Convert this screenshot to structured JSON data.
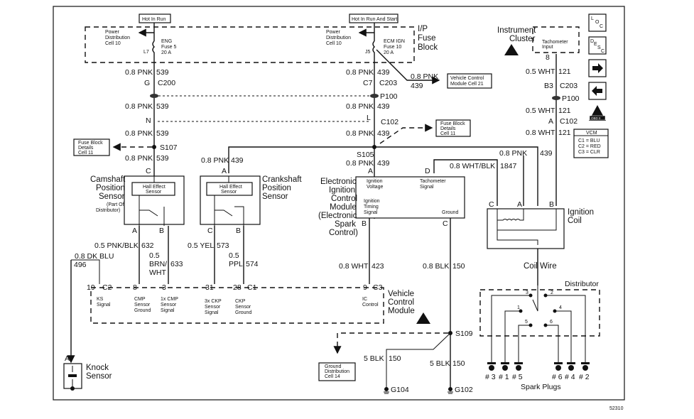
{
  "diagram": {
    "figure_number": "52310",
    "power_sources": {
      "hot_in_run": "Hot In Run",
      "hot_in_run_and_start": "Hot In Run And Start"
    },
    "fuse_block": {
      "label_line1": "I/P",
      "label_line2": "Fuse",
      "label_line3": "Block",
      "left_power_dist": [
        "Power",
        "Distribution",
        "Cell 10"
      ],
      "left_fuse": {
        "terminal": "L7",
        "name": "ENG",
        "fuse": "Fuse 5",
        "rating": "20 A"
      },
      "right_power_dist": [
        "Power",
        "Distribution",
        "Cell 10"
      ],
      "right_fuse": {
        "terminal": "J5",
        "name": "ECM IGN",
        "fuse": "Fuse 10",
        "rating": "20 A"
      }
    },
    "refs": {
      "vcm_cell21": [
        "Vehicle Control",
        "Module Cell 21"
      ],
      "fuse_details_left": [
        "Fuse Block",
        "Details",
        "Cell 11"
      ],
      "fuse_details_right": [
        "Fuse Block",
        "Details",
        "Cell 11"
      ],
      "ground_dist": [
        "Ground",
        "Distribution",
        "Cell 14"
      ]
    },
    "wires": {
      "w539_a": {
        "color": "0.8 PNK",
        "circuit": "539"
      },
      "w539_b": {
        "color": "0.8 PNK",
        "circuit": "539"
      },
      "w539_c": {
        "color": "0.8 PNK",
        "circuit": "539"
      },
      "w539_d": {
        "color": "0.8 PNK",
        "circuit": "539"
      },
      "w439_a": {
        "color": "0.8 PNK",
        "circuit": "439"
      },
      "w439_b": {
        "color": "0.8 PNK",
        "circuit": "439"
      },
      "w439_c": {
        "color": "0.8 PNK",
        "circuit": "439"
      },
      "w439_d": {
        "color": "0.8 PNK",
        "circuit": "439"
      },
      "w439_vcm": {
        "color": "0.8 PNK",
        "circuit": "439"
      },
      "w439_ckp": {
        "color": "0.8 PNK",
        "circuit": "439"
      },
      "w439_coil": {
        "color": "0.8 PNK",
        "circuit": "439"
      },
      "w1847": {
        "color": "0.8 WHT/BLK",
        "circuit": "1847"
      },
      "w121_a": {
        "color": "0.5 WHT",
        "circuit": "121"
      },
      "w121_b": {
        "color": "0.5 WHT",
        "circuit": "121"
      },
      "w121_c": {
        "color": "0.8 WHT",
        "circuit": "121"
      },
      "w632": {
        "color": "0.5 PNK/BLK",
        "circuit": "632"
      },
      "w633": {
        "color_line1": "0.5",
        "color_line2": "BRN/",
        "color_line3": "WHT",
        "circuit": "633"
      },
      "w573": {
        "color": "0.5 YEL",
        "circuit": "573"
      },
      "w574": {
        "color_line1": "0.5",
        "color_line2": "PPL",
        "circuit": "574"
      },
      "w496": {
        "color": "0.8 DK BLU",
        "circuit": "496"
      },
      "w423": {
        "color": "0.8 WHT",
        "circuit": "423"
      },
      "w150_a": {
        "color": "0.8 BLK",
        "circuit": "150"
      },
      "w150_b": {
        "color": "5 BLK",
        "circuit": "150"
      },
      "w150_c": {
        "color": "5 BLK",
        "circuit": "150"
      }
    },
    "connectors": {
      "g_c200": {
        "pin": "G",
        "name": "C200"
      },
      "c7_c203": {
        "pin": "C7",
        "name": "C203"
      },
      "b3_c203": {
        "pin": "B3",
        "name": "C203"
      },
      "p100_mid": "P100",
      "p100_right": "P100",
      "n_c102": {
        "pin": "N"
      },
      "l_c102": {
        "pin": "L",
        "name": "C102"
      },
      "a_c102": {
        "pin": "A",
        "name": "C102"
      },
      "tach_pin": "8"
    },
    "splices": {
      "s107": "S107",
      "s105": "S105",
      "s109": "S109"
    },
    "grounds": {
      "g104": "G104",
      "g102": "G102"
    },
    "components": {
      "cmp_sensor": {
        "name_lines": [
          "Camshaft",
          "Position",
          "Sensor"
        ],
        "note_lines": [
          "(Part Of",
          "Distributor)"
        ],
        "inner_lines": [
          "Hall Effect",
          "Sensor"
        ],
        "pin_top": "C",
        "pin_a": "A",
        "pin_b": "B"
      },
      "ckp_sensor": {
        "name_lines": [
          "Crankshaft",
          "Position",
          "Sensor"
        ],
        "inner_lines": [
          "Hall Effect",
          "Sensor"
        ],
        "pin_top": "A",
        "pin_c": "C",
        "pin_b": "B"
      },
      "eic_module": {
        "name_lines": [
          "Electronic",
          "Ignition",
          "Control",
          "Module",
          "(Electronic",
          "Spark",
          "Control)"
        ],
        "pin_a": "A",
        "pin_d": "D",
        "pin_b": "B",
        "pin_c": "C",
        "ign_voltage": [
          "Ignition",
          "Voltage"
        ],
        "tach_signal": [
          "Tachometer",
          "Signal"
        ],
        "ign_timing": [
          "Ignition",
          "Timing",
          "Signal"
        ],
        "ground": "Ground"
      },
      "ignition_coil": {
        "name_lines": [
          "Ignition",
          "Coil"
        ],
        "pin_c": "C",
        "pin_a": "A",
        "pin_b": "B",
        "coil_wire": "Coil  Wire"
      },
      "instrument_cluster": {
        "name_lines": [
          "Instrument",
          "Cluster"
        ],
        "inner_lines": [
          "Tachometer",
          "Input"
        ]
      },
      "vcm": {
        "name_lines": [
          "Vehicle",
          "Control",
          "Module"
        ],
        "pins": [
          {
            "num": "19",
            "conn": "C2",
            "label": [
              "KS",
              "Signal"
            ]
          },
          {
            "num": "8",
            "conn": "",
            "label": [
              "CMP",
              "Sensor",
              "Ground"
            ]
          },
          {
            "num": "3",
            "conn": "",
            "label": [
              "1x CMP",
              "Sensor",
              "Signal"
            ]
          },
          {
            "num": "31",
            "conn": "",
            "label": [
              "3x CKP",
              "Sensor",
              "Signal"
            ]
          },
          {
            "num": "28",
            "conn": "C1",
            "label": [
              "CKP",
              "Sensor",
              "Ground"
            ]
          },
          {
            "num": "9",
            "conn": "C3",
            "label": [
              "IC",
              "Control"
            ]
          }
        ]
      },
      "knock_sensor": {
        "name_lines": [
          "Knock",
          "Sensor"
        ],
        "pin": "A"
      },
      "distributor": {
        "name": "Distributor",
        "contacts": [
          "3",
          "2",
          "1",
          "4",
          "5",
          "6"
        ]
      },
      "spark_plugs": {
        "label": "Spark Plugs",
        "plugs": [
          "# 3",
          "# 1",
          "# 5",
          "# 6",
          "# 4",
          "# 2"
        ]
      }
    },
    "legend": {
      "loc": {
        "a": "L",
        "b": "O",
        "c": "C"
      },
      "desc": {
        "a": "D",
        "b": "E",
        "c": "S",
        "d": "C"
      },
      "next_arrow": "right-arrow-icon",
      "prev_arrow": "left-arrow-icon",
      "obdii_badge": "OBD II",
      "vcm_key": {
        "title": "VCM",
        "rows": [
          "C1 = BLU",
          "C2 = RED",
          "C3 = CLR"
        ]
      }
    }
  }
}
